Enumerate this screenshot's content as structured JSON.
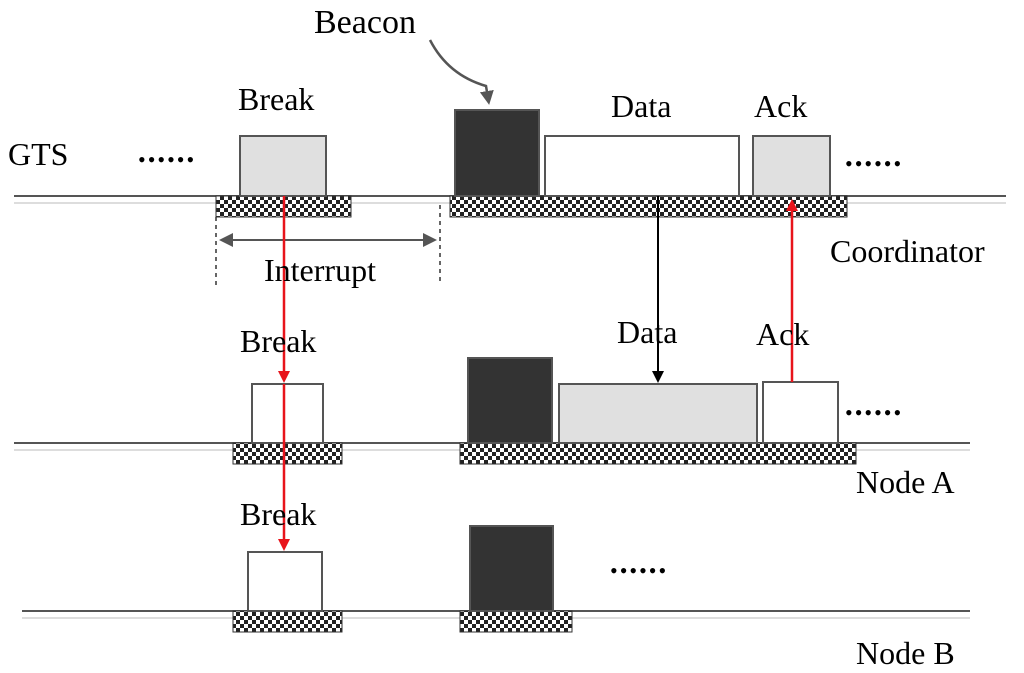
{
  "labels": {
    "gts": "GTS",
    "beacon": "Beacon",
    "interrupt": "Interrupt",
    "coordinator": "Coordinator",
    "node_a": "Node A",
    "node_b": "Node B",
    "coord_break": "Break",
    "coord_data": "Data",
    "coord_ack": "Ack",
    "a_break": "Break",
    "a_data": "Data",
    "a_ack": "Ack",
    "b_break": "Break",
    "dots_coord_left": "••••••",
    "dots_coord_right": "••••••",
    "dots_node_a": "••••••",
    "dots_node_b": "••••••"
  },
  "colors": {
    "beacon_fill": "#333333",
    "light_fill": "#e0e0e0",
    "white_fill": "#ffffff",
    "line": "#555555",
    "signal_red": "#e8141b",
    "signal_black": "#000000"
  }
}
